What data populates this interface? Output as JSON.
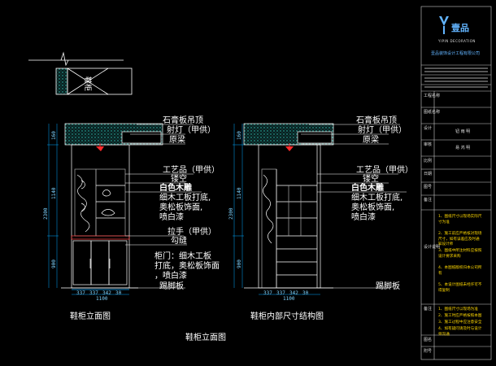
{
  "detail": {
    "tag": "鞋柜"
  },
  "left_elevation": {
    "labels": [
      "石膏板吊顶",
      "射灯（甲供）",
      "原梁",
      "工艺品（甲供）",
      "镂空",
      "白色木雕",
      "细木工板打底,",
      "奥松板饰面,",
      "喷白漆",
      "拉手（甲供）",
      "勾缝",
      "柜门：细木工板",
      "打底，奥松板饰面",
      "，喷白漆",
      "踢脚板"
    ],
    "bold_index": 5,
    "caption": "鞋柜立面图",
    "bottom_dims": [
      "337",
      "337",
      "342",
      "30"
    ],
    "total_width": "1100",
    "side_dims_outer": [
      "2300"
    ],
    "side_dims_inner": [
      "160",
      "1140",
      "900"
    ]
  },
  "right_elevation": {
    "labels": [
      "石膏板吊顶",
      "射灯（甲供）",
      "原梁",
      "工艺品（甲供）",
      "镂空",
      "白色木雕",
      "细木工板打底,",
      "奥松板饰面,",
      "喷白漆",
      "踢脚板"
    ],
    "bold_index": 5,
    "caption": "鞋柜内部尺寸结构图",
    "bottom_dims": [
      "337",
      "337",
      "342",
      "30"
    ],
    "total_width": "1100",
    "side_dims_outer": [
      "2300"
    ],
    "side_dims_inner": [
      "160",
      "1140",
      "900"
    ]
  },
  "sheet_title": "鞋柜立面图",
  "title_block": {
    "brand": "壹品",
    "brand_sub": "YIPIN DECORATION",
    "company": "壹品装饰设计工程有限公司",
    "rows": [
      "工程名称",
      "图纸名称",
      "设计",
      "审核",
      "比例",
      "日期",
      "图号",
      "备注",
      "设计说明",
      "备注",
      "图名",
      "附号"
    ],
    "fields": [
      "钮 雨 明",
      "易 鸿 明"
    ],
    "notes_yellow": [
      "1、图纸尺寸以现场实际尺寸为准",
      "2、施工前应严格核对现场尺寸，如有误差应及时通知设计师",
      "3、图纸中所注材料应按照设计要求采购",
      "4、本图纸版权归本公司所有",
      "5、本设计图纸未经许可不得复制"
    ],
    "notes_lower": [
      "1、图纸尺寸以现场为准",
      "2、施工时应严格按照本图",
      "3、施工过程中应注意安全",
      "4、如有疑问请及时与设计师沟通"
    ]
  },
  "colors": {
    "line": "#ffffff",
    "dimension": "#00a8ff",
    "fill_dot": "#1fa09a",
    "red": "#ff2a2a",
    "titleblock": "#cccccc",
    "brand": "#62b4ff",
    "note": "#ffd800"
  }
}
